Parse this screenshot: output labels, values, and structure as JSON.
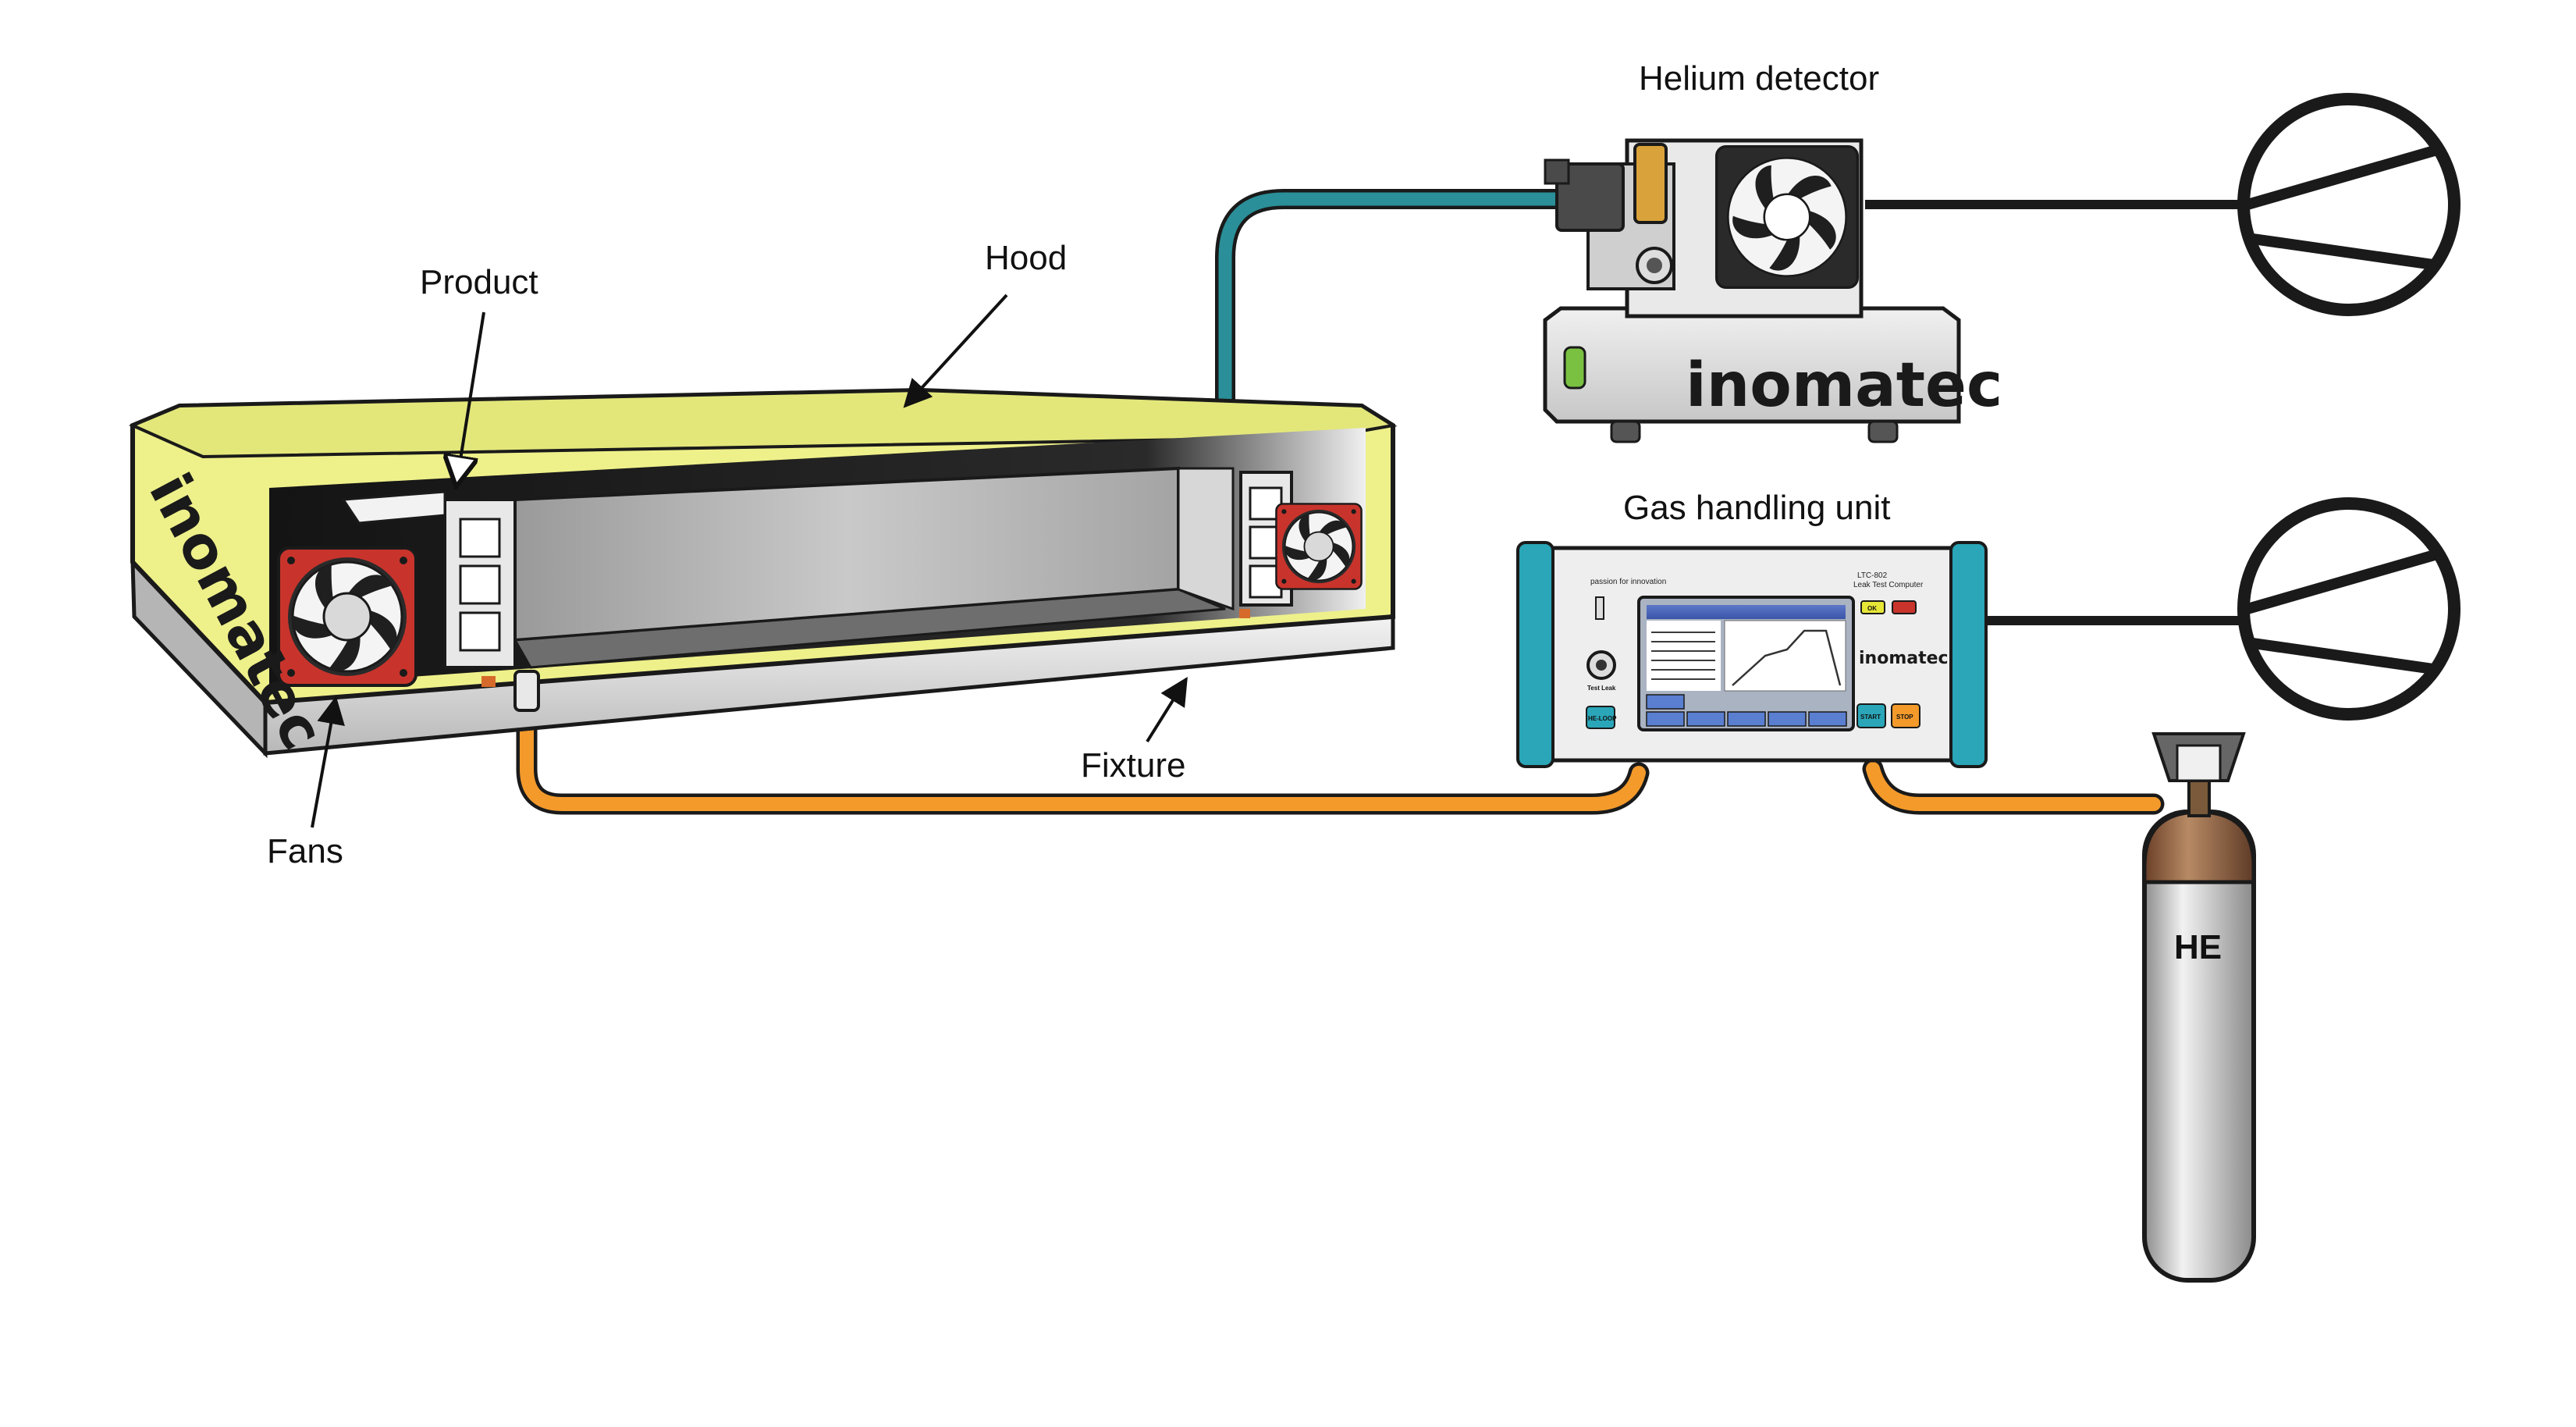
{
  "labels": {
    "product": "Product",
    "hood": "Hood",
    "fans": "Fans",
    "fixture": "Fixture",
    "helium_detector": "Helium detector",
    "gas_handling_unit": "Gas handling unit"
  },
  "cylinder": {
    "label": "HE"
  },
  "brand": {
    "name": "inomatec",
    "slogan": "passion for innovation"
  },
  "control_unit": {
    "model": "LTC-802",
    "subtitle": "Leak Test Computer",
    "ok_label": "OK",
    "start_label": "START",
    "stop_label": "STOP",
    "calib_label": "HE-LOOP",
    "port_label": "Test Leak"
  },
  "colors": {
    "hood_yellow": "#eef08a",
    "fan_red": "#c8342c",
    "helium_hose": "#2a8f98",
    "gas_hose": "#f39a2b",
    "unit_teal": "#2aa6b8",
    "cylinder_brown": "#8a5a3c"
  },
  "icons": {
    "fan": "fan-icon",
    "pump": "vacuum-pump-icon",
    "gas_cylinder": "gas-cylinder-icon"
  }
}
